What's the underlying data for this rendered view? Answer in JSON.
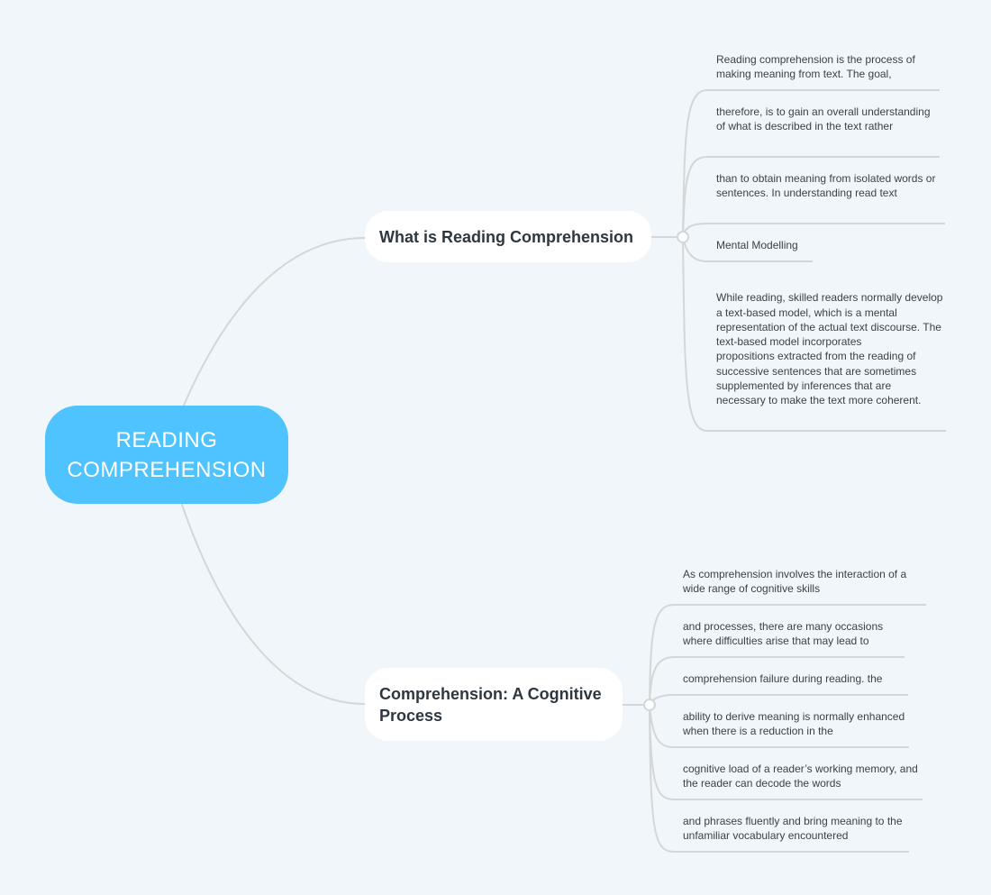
{
  "root": {
    "label": "READING COMPREHENSION"
  },
  "branches": [
    {
      "title": "What is Reading Comprehension",
      "items": [
        "Reading comprehension is the process of making meaning from text. The goal,",
        "therefore, is to gain an overall understanding of what is described in the text rather",
        "than to obtain meaning from isolated words or sentences. In understanding read text",
        "Mental Modelling",
        "While reading, skilled readers normally develop a text-based model, which is a mental representation of the actual text discourse. The text-based model incorporates\npropositions extracted from the reading of successive sentences that are sometimes supplemented by inferences that are necessary to make the text more coherent."
      ]
    },
    {
      "title": "Comprehension: A Cognitive Process",
      "items": [
        "As comprehension involves the interaction of a wide range of cognitive skills",
        "and processes, there are many occasions where difficulties arise that may lead to",
        "comprehension failure during reading. the",
        "ability to derive meaning is normally enhanced when there is a reduction in the",
        "cognitive load of a reader’s working memory, and the reader can decode the words",
        "and phrases fluently and bring meaning to the unfamiliar vocabulary encountered"
      ]
    }
  ],
  "colors": {
    "background": "#f0f6f9",
    "root_fill": "#4ec3fd",
    "topic_fill": "#ffffff",
    "connector": "#d3d7da"
  }
}
